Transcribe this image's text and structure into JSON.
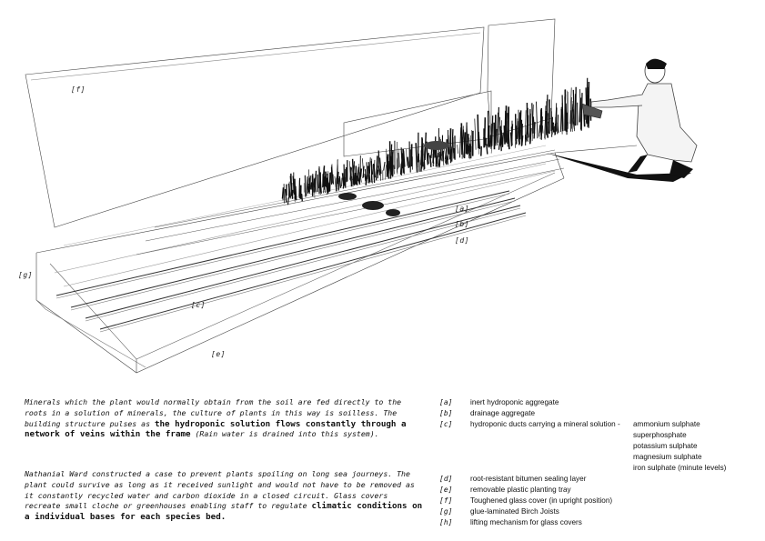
{
  "labels": {
    "f": "[f]",
    "a": "[a]",
    "b": "[b]",
    "d": "[d]",
    "g": "[g]",
    "c": "[c]",
    "e": "[e]"
  },
  "para1": {
    "text1": "Minerals which the plant would normally obtain from the soil are fed directly to the roots in a solution of minerals, the culture of plants in this way is soilless.  The building structure pulses as ",
    "bold1": "the hydroponic solution flows constantly through a network of veins within the frame",
    "text2": " (Rain water is drained into this system)."
  },
  "para2": {
    "text1": "Nathanial Ward constructed a case to prevent plants spoiling on long sea journeys.  The plant could survive as long as it received sunlight and would not have to be removed as it constantly recycled water and carbon dioxide in a closed circuit.  Glass covers recreate small cloche or greenhouses enabling staff to regulate ",
    "bold1": "climatic conditions on a individual bases for each species bed."
  },
  "legend": {
    "items": [
      {
        "key": "[a]",
        "desc": "inert hydroponic aggregate"
      },
      {
        "key": "[b]",
        "desc": "drainage aggregate"
      },
      {
        "key": "[c]",
        "desc": "hydroponic ducts carrying a mineral solution -"
      },
      {
        "key": "[d]",
        "desc": "root-resistant bitumen sealing layer"
      },
      {
        "key": "[e]",
        "desc": "removable plastic planting tray"
      },
      {
        "key": "[f]",
        "desc": "Toughened glass cover (in upright position)"
      },
      {
        "key": "[g]",
        "desc": "glue-laminated Birch Joists"
      },
      {
        "key": "[h]",
        "desc": "lifting mechanism for glass covers"
      }
    ],
    "minerals": [
      "ammonium sulphate",
      "superphosphate",
      "potassium sulphate",
      "magnesium sulphate",
      "iron sulphate (minute levels)"
    ]
  }
}
